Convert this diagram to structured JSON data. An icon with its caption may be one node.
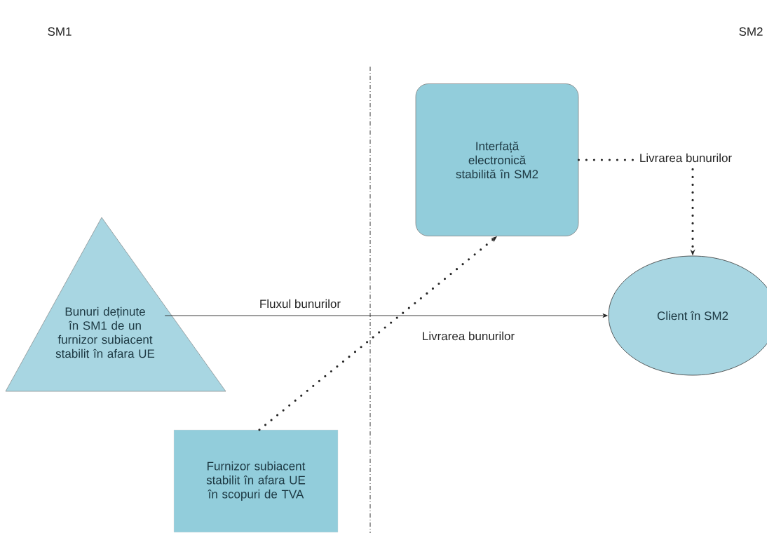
{
  "diagram": {
    "nodes": [
      {
        "text": [
          "Bunuri deținute în SM1 de un furnizor subiacent stabilit în afara UE"
        ]
      },
      {
        "text": [
          "Interfață electronică stabilită în SM2"
        ]
      },
      {
        "text": [
          "Client în SM2"
        ]
      },
      {
        "text": [
          "Furnizor subiacent stabilit în afara UE în scopuri de TVA"
        ]
      }
    ],
    "edges": [
      {
        "from": 0,
        "to": 2,
        "arrow": "to",
        "label": "Fluxul bunurilor"
      },
      {
        "from": 3,
        "to": 1,
        "arrow": "to",
        "label": "Livrarea bunurilor",
        "style": "dashed"
      },
      {
        "from": 1,
        "to": 2,
        "arrow": "to",
        "label": "Livrarea bunurilor",
        "style": "dashed"
      }
    ],
    "labels": [
      "SM1",
      "SM2"
    ]
  }
}
